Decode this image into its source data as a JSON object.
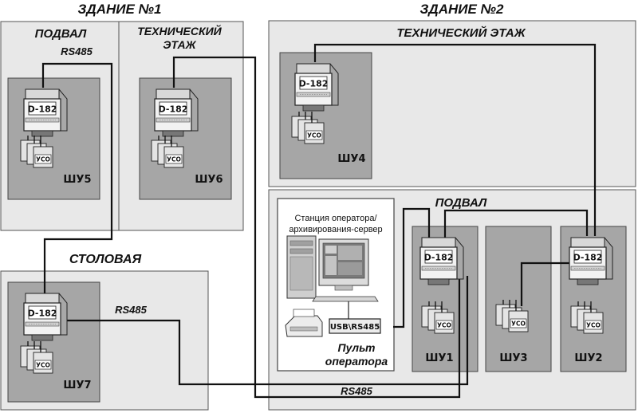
{
  "buildings": {
    "b1_title": "ЗДАНИЕ №1",
    "b2_title": "ЗДАНИЕ №2"
  },
  "rooms": {
    "b1_basement": "ПОДВАЛ",
    "b1_tech_line1": "ТЕХНИЧЕСКИЙ",
    "b1_tech_line2": "ЭТАЖ",
    "canteen": "СТОЛОВАЯ",
    "b2_tech": "ТЕХНИЧЕСКИЙ ЭТАЖ",
    "b2_basement": "ПОДВАЛ"
  },
  "bus_labels": {
    "rs485_top": "RS485",
    "rs485_mid": "RS485",
    "rs485_bottom": "RS485"
  },
  "controllers": {
    "model": "D-182",
    "io_module": "УСО"
  },
  "cabinets": {
    "shu1": "ШУ1",
    "shu2": "ШУ2",
    "shu3": "ШУ3",
    "shu4": "ШУ4",
    "shu5": "ШУ5",
    "shu6": "ШУ6",
    "shu7": "ШУ7"
  },
  "operator": {
    "station_line1": "Станция оператора/",
    "station_line2": "архивирования-сервер",
    "converter": "USB\\RS485",
    "console_line1": "Пульт",
    "console_line2": "оператора"
  }
}
